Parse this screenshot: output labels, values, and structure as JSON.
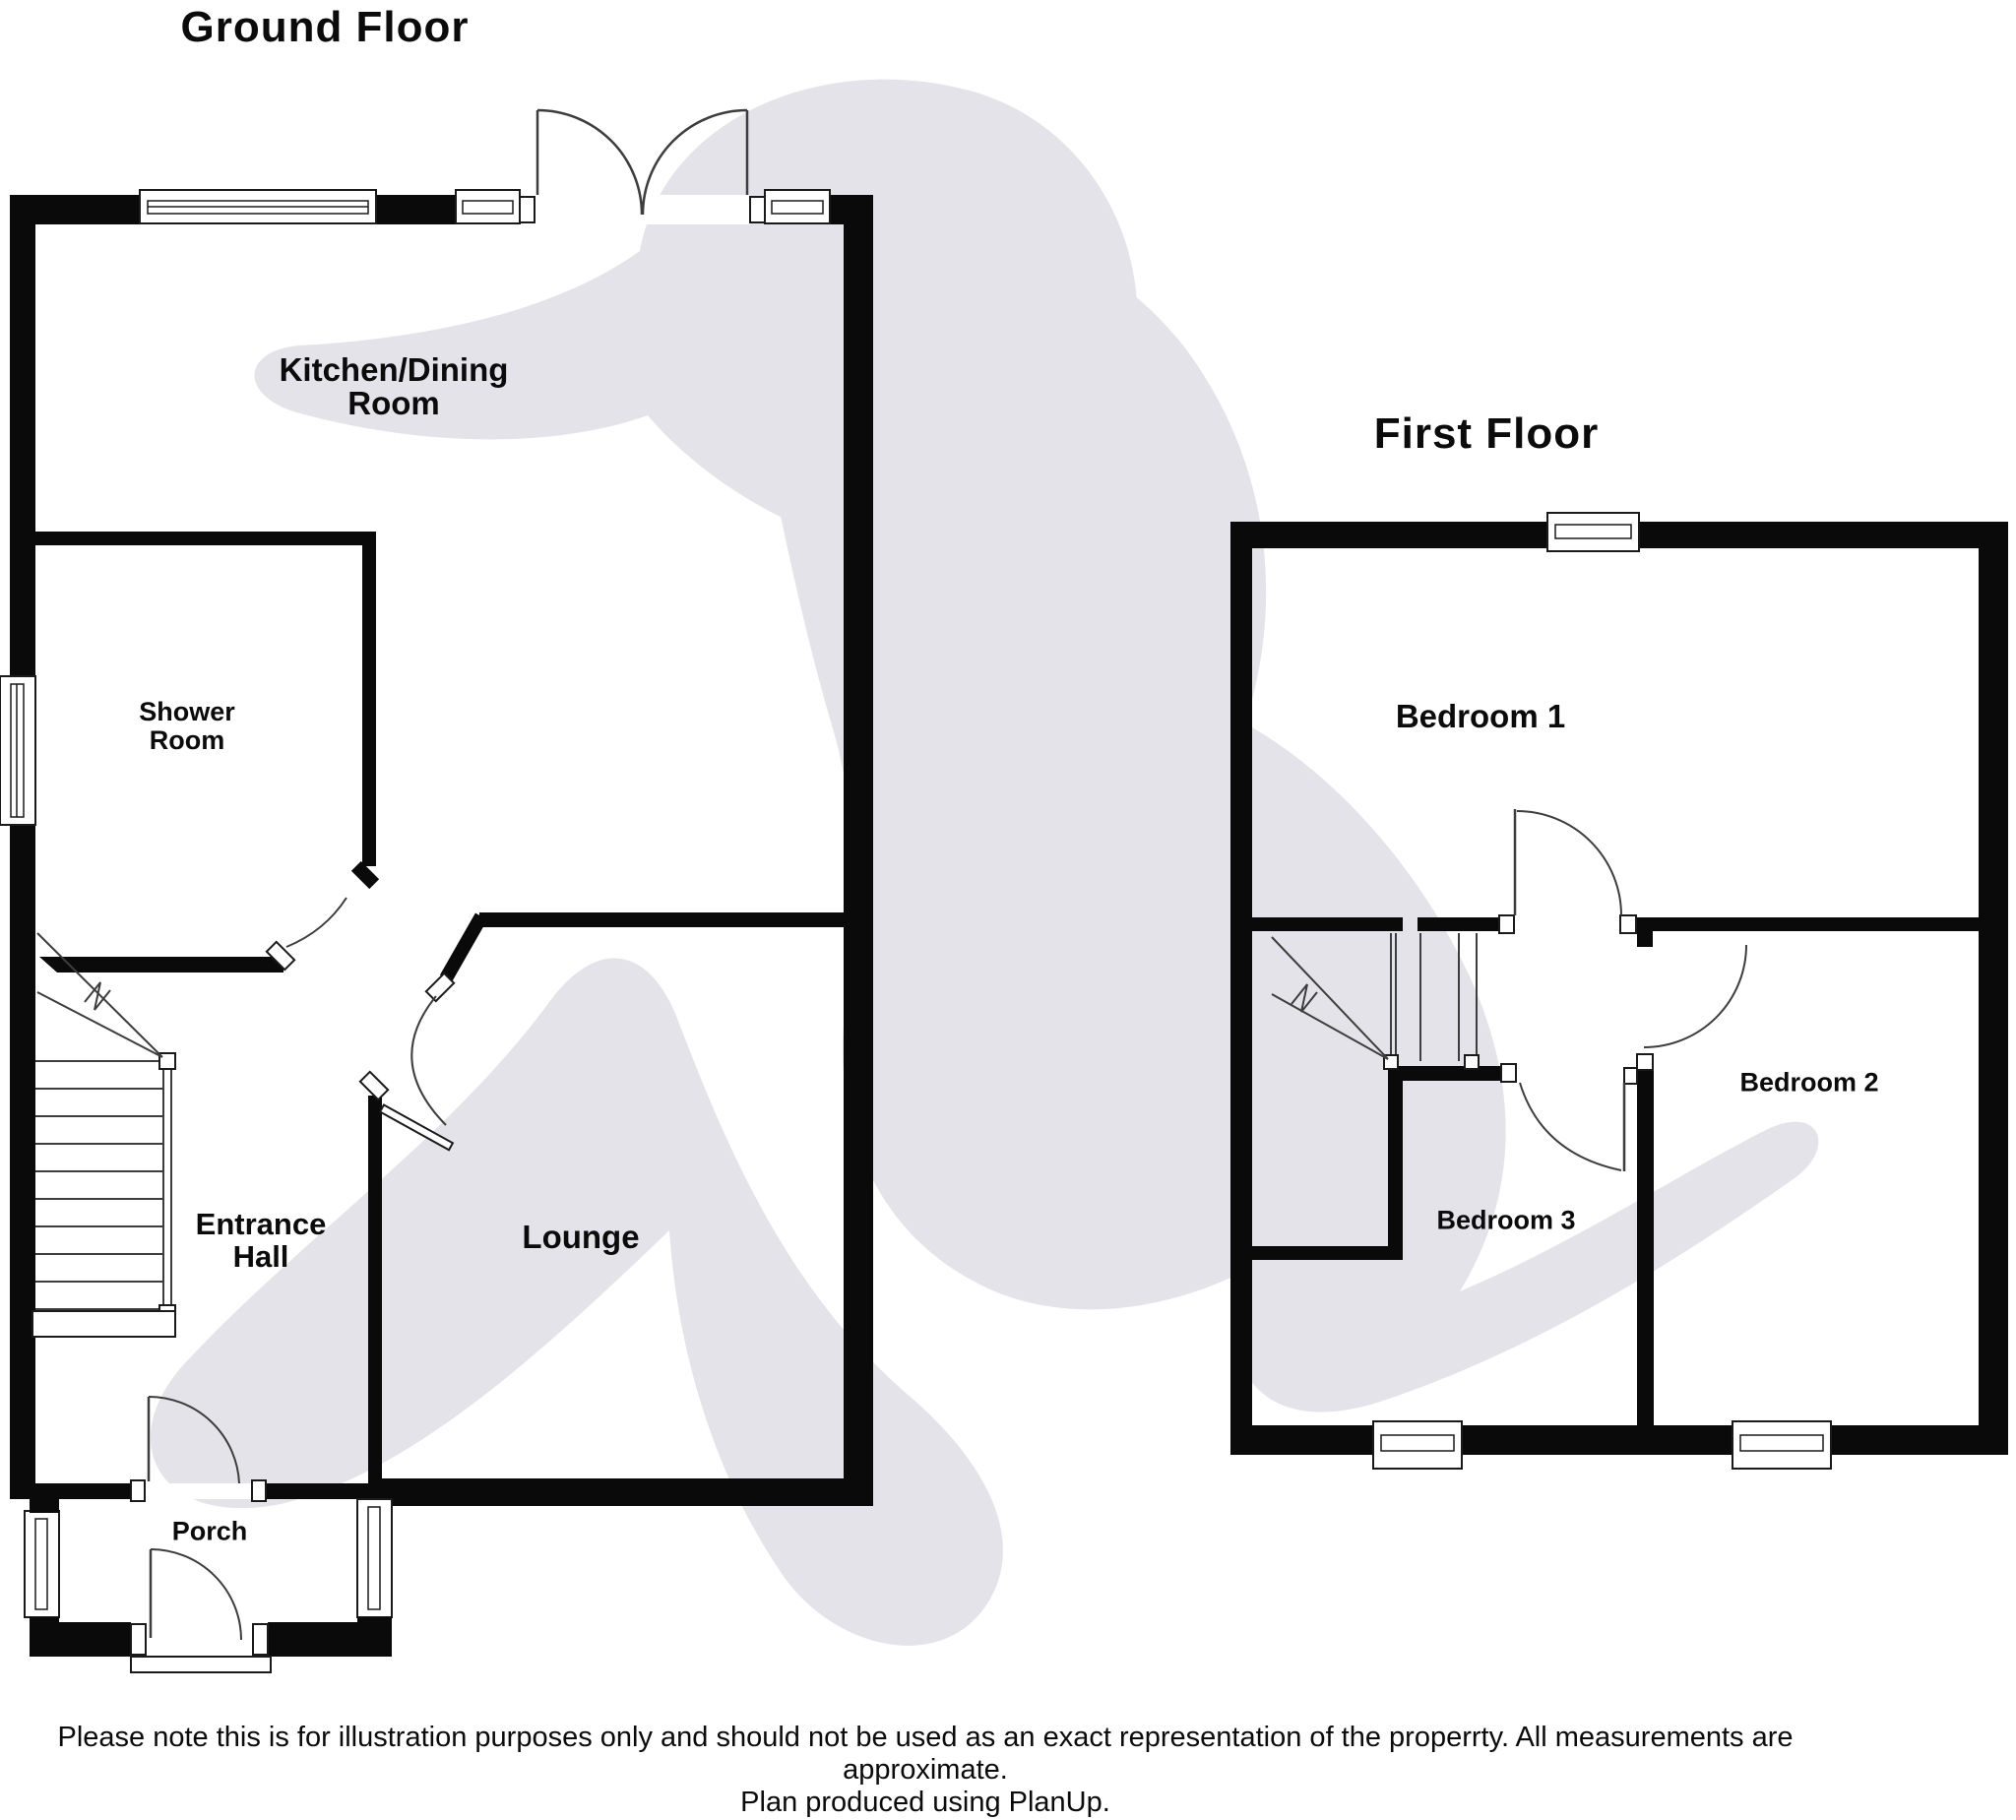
{
  "colors": {
    "wall": "#0a0a0a",
    "thin_line": "#3d3d3d",
    "watermark": "#e3e3e9",
    "text": "#0b0b0b",
    "background": "#ffffff"
  },
  "ground_floor": {
    "title": "Ground Floor",
    "rooms": {
      "kitchen": {
        "line1": "Kitchen/Dining",
        "line2": "Room"
      },
      "shower": {
        "line1": "Shower",
        "line2": "Room"
      },
      "entrance": {
        "line1": "Entrance",
        "line2": "Hall"
      },
      "lounge": {
        "line1": "Lounge"
      },
      "porch": {
        "line1": "Porch"
      }
    }
  },
  "first_floor": {
    "title": "First Floor",
    "rooms": {
      "bedroom1": {
        "line1": "Bedroom 1"
      },
      "bedroom2": {
        "line1": "Bedroom 2"
      },
      "bedroom3": {
        "line1": "Bedroom 3"
      }
    }
  },
  "footer": {
    "line1": "Please note this is for illustration purposes only and should not be used as an exact representation of the properrty. All measurements are",
    "line2": "approximate.",
    "line3": "Plan produced using PlanUp."
  }
}
